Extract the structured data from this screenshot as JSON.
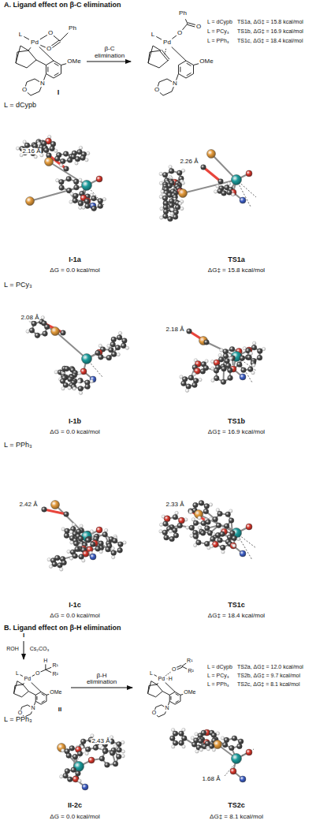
{
  "diagram": {
    "labels": [
      "A. Ligand effect on β-C elimination",
      "L",
      "Pd",
      "O",
      "O",
      "Ph",
      "OMe",
      "N",
      "O",
      "I",
      "β-C",
      "elimination",
      "Ph",
      "O",
      "O",
      "L",
      "Pd",
      "OMe",
      "N",
      "O",
      "L = dCypb",
      "TS1a, ΔG‡ = 15.8 kcal/mol",
      "L = PCy₃",
      "TS1b, ΔG‡ = 16.9 kcal/mol",
      "L = PPh₃",
      "TS1c, ΔG‡ = 18.4 kcal/mol",
      "L = dCypb",
      "2.16 Å",
      "I-1a",
      "ΔG = 0.0 kcal/mol",
      "2.26 Å",
      "TS1a",
      "ΔG‡ = 15.8 kcal/mol",
      "L = PCy₃",
      "2.08 Å",
      "I-1b",
      "ΔG = 0.0 kcal/mol",
      "2.18 Å",
      "TS1b",
      "ΔG‡ = 16.9 kcal/mol",
      "L = PPh₃",
      "2.42 Å",
      "I-1c",
      "ΔG = 0.0 kcal/mol",
      "2.33 Å",
      "TS1c",
      "ΔG‡ = 18.4 kcal/mol",
      "B. Ligand effect on β-H elimination",
      "I",
      "ROH",
      "Cs₂CO₃",
      "L",
      "Pd",
      "O",
      "H",
      "R¹",
      "R²",
      "OMe",
      "N",
      "O",
      "II",
      "β-H",
      "elimination",
      "L",
      "Pd",
      "O",
      "H",
      "R¹",
      "R²",
      "OMe",
      "N",
      "O",
      "L = dCypb",
      "TS2a, ΔG‡ = 12.0 kcal/mol",
      "L = PCy₃",
      "TS2b, ΔG‡ = 9.7 kcal/mol",
      "L = PPh₃",
      "TS2c, ΔG‡ = 8.1 kcal/mol",
      "L = PPh₃",
      "2.43 Å",
      "II-2c",
      "ΔG = 0.0 kcal/mol",
      "1.68 Å",
      "TS2c",
      "ΔG‡ = 8.1 kcal/mol"
    ]
  }
}
